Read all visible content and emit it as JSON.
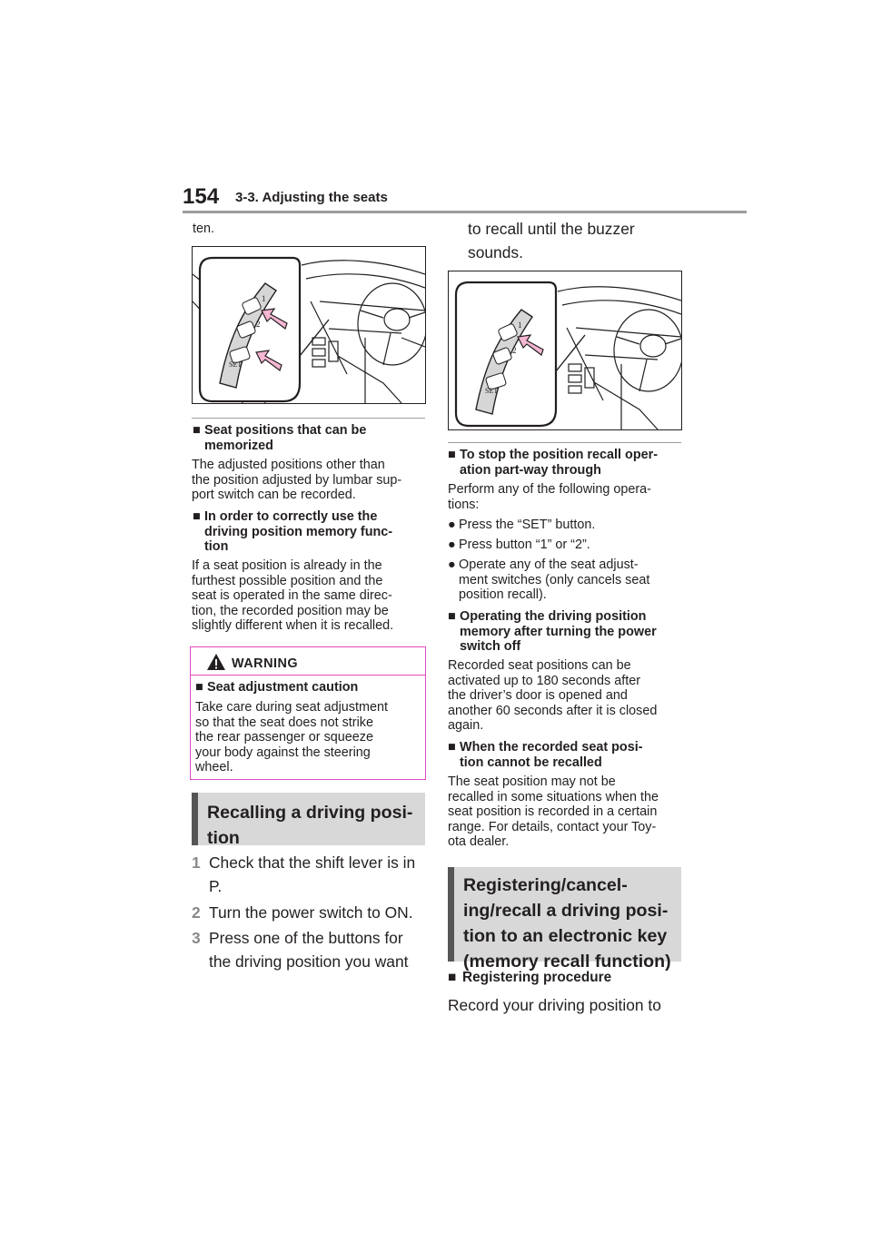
{
  "header": {
    "page_number": "154",
    "section": "3-3. Adjusting the seats"
  },
  "left_column": {
    "intro_text": "ten.",
    "seat_positions": {
      "marker": "■",
      "heading_line1": "Seat positions that can be",
      "heading_line2": "memorized",
      "body": [
        "The adjusted positions other than",
        "the position adjusted by lumbar sup-",
        "port switch can be recorded."
      ]
    },
    "correct_use": {
      "marker": "■",
      "heading_line1": "In order to correctly use the",
      "heading_line2": "driving position memory func-",
      "heading_line3": "tion",
      "body": [
        "If a seat position is already in the",
        "furthest possible position and the",
        "seat is operated in the same direc-",
        "tion, the recorded position may be",
        "slightly different when it is recalled."
      ]
    },
    "warning": {
      "title": "WARNING",
      "marker": "■",
      "heading": "Seat adjustment caution",
      "body": [
        "Take care during seat adjustment",
        "so that the seat does not strike",
        "the rear passenger or squeeze",
        "your body against the steering",
        "wheel."
      ]
    },
    "recall_heading": [
      "Recalling a driving posi-",
      "tion"
    ],
    "steps": [
      {
        "num": "1",
        "lines": [
          "Check that the shift lever is in",
          "P."
        ]
      },
      {
        "num": "2",
        "lines": [
          "Turn the power switch to ON."
        ]
      },
      {
        "num": "3",
        "lines": [
          "Press one of the buttons for",
          "the driving position you want"
        ]
      }
    ]
  },
  "right_column": {
    "continued": [
      "to recall until the buzzer",
      "sounds."
    ],
    "stop_recall": {
      "marker": "■",
      "heading_line1": "To stop the position recall oper-",
      "heading_line2": "ation part-way through",
      "body": [
        "Perform any of the following opera-",
        "tions:"
      ]
    },
    "bullets": [
      {
        "dot": "●",
        "lines": [
          "Press the “SET” button."
        ]
      },
      {
        "dot": "●",
        "lines": [
          "Press button “1” or “2”."
        ]
      },
      {
        "dot": "●",
        "lines": [
          "Operate any of the seat adjust-",
          "ment switches (only cancels seat",
          "position recall)."
        ]
      }
    ],
    "power_off": {
      "marker": "■",
      "heading_line1": "Operating the driving position",
      "heading_line2": "memory after turning the power",
      "heading_line3": "switch off",
      "body": [
        "Recorded seat positions can be",
        "activated up to 180 seconds after",
        "the driver’s door is opened and",
        "another 60 seconds after it is closed",
        "again."
      ]
    },
    "cannot_recall": {
      "marker": "■",
      "heading_line1": "When the recorded seat posi-",
      "heading_line2": "tion cannot be recalled",
      "body": [
        "The seat position may not be",
        "recalled in some situations when the",
        "seat position is recorded in a certain",
        "range. For details, contact your Toy-",
        "ota dealer."
      ]
    },
    "key_heading": [
      "Registering/cancel-",
      "ing/recall a driving posi-",
      "tion to an electronic key",
      "(memory recall function)"
    ],
    "registering": {
      "marker": "■",
      "heading": "Registering procedure",
      "body": "Record your driving position to"
    }
  },
  "figure_labels": {
    "button_1": "1",
    "button_2": "2",
    "button_set": "SET"
  },
  "colors": {
    "warning_border": "#e24ac0",
    "heading_bg": "#d8d8d8",
    "heading_bar": "#555555",
    "arrow_fill": "#f4b6d2",
    "step_number": "#8a8a8a"
  }
}
